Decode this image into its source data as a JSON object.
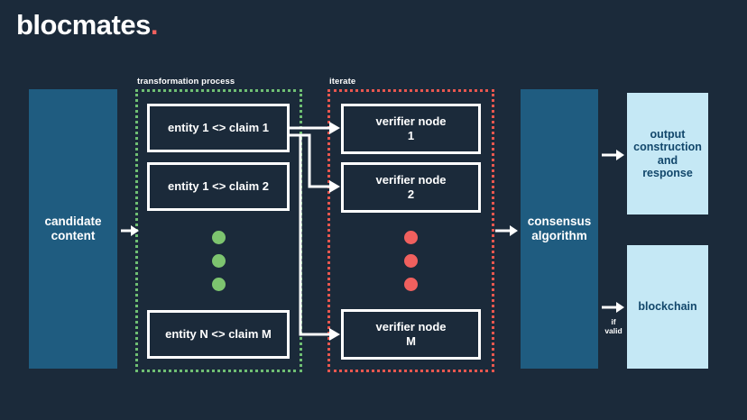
{
  "brand": {
    "name": "blocmates",
    "dot": ".",
    "dot_color": "#f0605e"
  },
  "colors": {
    "background": "#1b2a3a",
    "block_blue": "#1f5c80",
    "block_light": "#c5e8f5",
    "light_text": "#12476b",
    "green_dotted": "#6fbf73",
    "red_dotted": "#e8574f",
    "green_dot": "#7dc46f",
    "red_dot": "#f0605e",
    "white": "#ffffff"
  },
  "groups": {
    "transformation": {
      "label": "transformation process"
    },
    "iterate": {
      "label": "iterate"
    }
  },
  "input": {
    "label": "candidate\ncontent"
  },
  "entities": [
    {
      "label": "entity 1 <> claim 1"
    },
    {
      "label": "entity 1 <> claim 2"
    },
    {
      "label": "entity N <> claim M"
    }
  ],
  "verifiers": [
    {
      "label": "verifier node\n1"
    },
    {
      "label": "verifier node\n2"
    },
    {
      "label": "verifier node\nM"
    }
  ],
  "consensus": {
    "label": "consensus\nalgorithm"
  },
  "outputs": [
    {
      "label": "output\nconstruction\nand\nresponse"
    },
    {
      "label": "blockchain"
    }
  ],
  "edge_labels": {
    "if_valid": "if\nvalid"
  },
  "icons": {
    "arrow": "arrow-right-icon",
    "ellipsis": "vertical-ellipsis-icon"
  }
}
